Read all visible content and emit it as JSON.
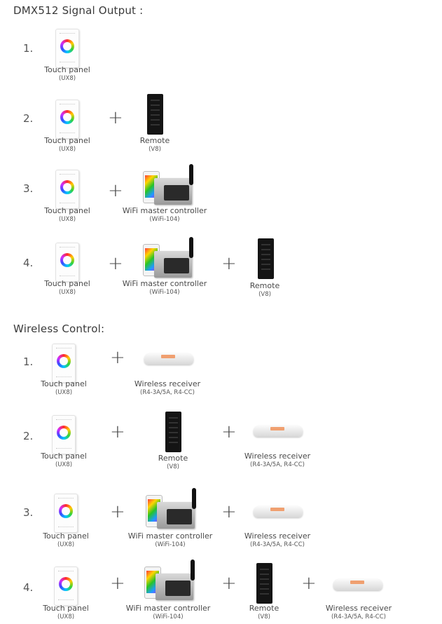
{
  "sections": [
    {
      "title": "DMX512 Signal Output :",
      "rows": [
        {
          "number": "1.",
          "items": [
            {
              "type": "panel",
              "name": "Touch panel",
              "model": "(UX8)"
            }
          ]
        },
        {
          "number": "2.",
          "items": [
            {
              "type": "panel",
              "name": "Touch panel",
              "model": "(UX8)"
            },
            {
              "type": "remote",
              "name": "Remote",
              "model": "(V8)"
            }
          ]
        },
        {
          "number": "3.",
          "items": [
            {
              "type": "panel",
              "name": "Touch panel",
              "model": "(UX8)"
            },
            {
              "type": "wifi",
              "name": "WiFi master controller",
              "model": "(WiFi-104)"
            }
          ]
        },
        {
          "number": "4.",
          "items": [
            {
              "type": "panel",
              "name": "Touch panel",
              "model": "(UX8)"
            },
            {
              "type": "wifi",
              "name": "WiFi master controller",
              "model": "(WiFi-104)"
            },
            {
              "type": "remote",
              "name": "Remote",
              "model": "(V8)"
            }
          ]
        }
      ]
    },
    {
      "title": "Wireless Control:",
      "rows": [
        {
          "number": "1.",
          "items": [
            {
              "type": "panel",
              "name": "Touch panel",
              "model": "(UX8)"
            },
            {
              "type": "receiver",
              "name": "Wireless receiver",
              "model": "(R4-3A/5A, R4-CC)"
            }
          ]
        },
        {
          "number": "2.",
          "items": [
            {
              "type": "panel",
              "name": "Touch panel",
              "model": "(UX8)"
            },
            {
              "type": "remote",
              "name": "Remote",
              "model": "(V8)"
            },
            {
              "type": "receiver",
              "name": "Wireless receiver",
              "model": "(R4-3A/5A, R4-CC)"
            }
          ]
        },
        {
          "number": "3.",
          "items": [
            {
              "type": "panel",
              "name": "Touch panel",
              "model": "(UX8)"
            },
            {
              "type": "wifi",
              "name": "WiFi master controller",
              "model": "(WiFi-104)"
            },
            {
              "type": "receiver",
              "name": "Wireless receiver",
              "model": "(R4-3A/5A, R4-CC)"
            }
          ]
        },
        {
          "number": "4.",
          "items": [
            {
              "type": "panel",
              "name": "Touch panel",
              "model": "(UX8)"
            },
            {
              "type": "wifi",
              "name": "WiFi master controller",
              "model": "(WiFi-104)"
            },
            {
              "type": "remote",
              "name": "Remote",
              "model": "(V8)"
            },
            {
              "type": "receiver",
              "name": "Wireless receiver",
              "model": "(R4-3A/5A, R4-CC)"
            }
          ]
        }
      ]
    }
  ],
  "plus_symbol": "+"
}
